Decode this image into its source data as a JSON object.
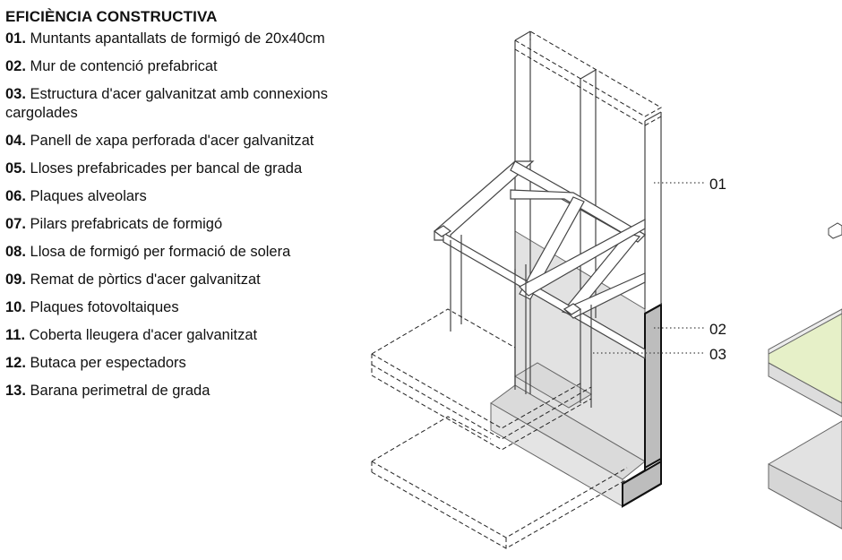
{
  "title": "EFICIÈNCIA CONSTRUCTIVA",
  "items": [
    {
      "num": "01.",
      "text": "Muntants apantallats de formigó de 20x40cm"
    },
    {
      "num": "02.",
      "text": "Mur de contenció prefabricat"
    },
    {
      "num": "03.",
      "text": "Estructura d'acer galvanitzat amb connexions cargolades"
    },
    {
      "num": "04.",
      "text": "Panell de xapa perforada d'acer galvanitzat"
    },
    {
      "num": "05.",
      "text": "Lloses prefabricades per bancal de grada"
    },
    {
      "num": "06.",
      "text": "Plaques alveolars"
    },
    {
      "num": "07.",
      "text": "Pilars prefabricats de formigó"
    },
    {
      "num": "08.",
      "text": "Llosa de formigó per formació de solera"
    },
    {
      "num": "09.",
      "text": "Remat de pòrtics d'acer galvanitzat"
    },
    {
      "num": "10.",
      "text": "Plaques fotovoltaiques"
    },
    {
      "num": "11.",
      "text": "Coberta lleugera d'acer galvanitzat"
    },
    {
      "num": "12.",
      "text": "Butaca per espectadors"
    },
    {
      "num": "13.",
      "text": "Barana perimetral de grada"
    }
  ],
  "callouts": {
    "c01": "01",
    "c02": "02",
    "c03": "03"
  },
  "colors": {
    "concrete": "#e2e2e2",
    "wall": "#bdbdbd",
    "pv": "#e6f0c8"
  }
}
